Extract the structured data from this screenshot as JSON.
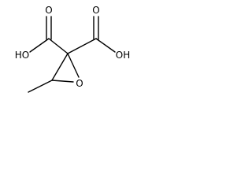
{
  "molecule": {
    "atoms": {
      "oxygen_carbonyl_left": "O",
      "oxygen_hydroxyl_left": "HO",
      "oxygen_carbonyl_right": "O",
      "oxygen_hydroxyl_right": "OH",
      "oxygen_epoxide": "O"
    }
  },
  "colors": {
    "bond": "#000000",
    "label": "#000000",
    "background": "#ffffff"
  }
}
